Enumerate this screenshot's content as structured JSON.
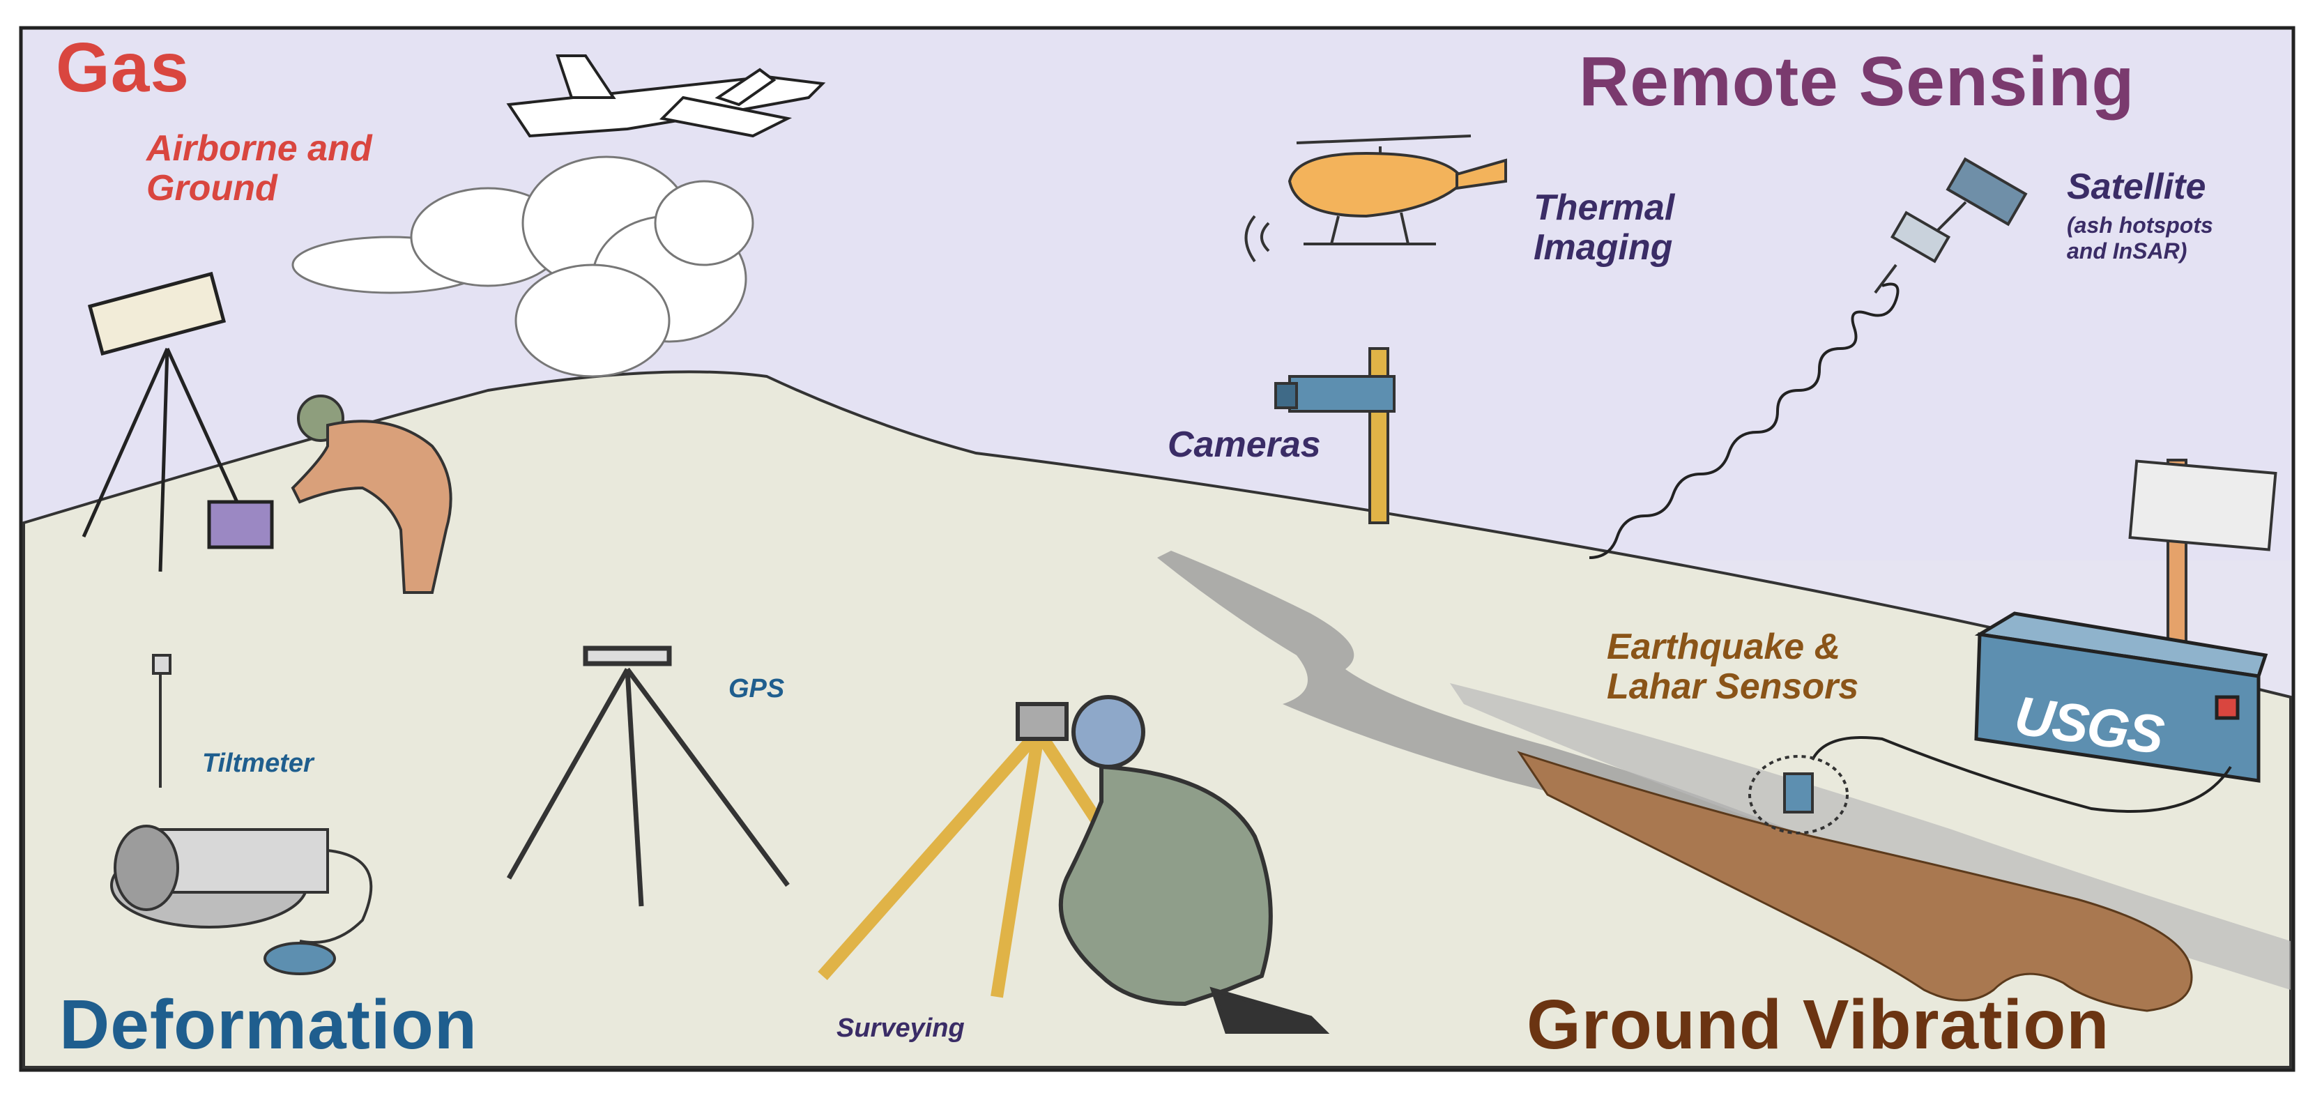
{
  "headings": {
    "gas": "Gas",
    "remote_sensing": "Remote Sensing",
    "deformation": "Deformation",
    "ground_vibration": "Ground Vibration"
  },
  "labels": {
    "airborne_and_ground": [
      "Airborne and",
      "Ground"
    ],
    "thermal_imaging": [
      "Thermal",
      "Imaging"
    ],
    "satellite": "Satellite",
    "satellite_note": [
      "(ash hotspots",
      "and InSAR)"
    ],
    "cameras": "Cameras",
    "earthquake_lahar": [
      "Earthquake &",
      "Lahar Sensors"
    ],
    "tiltmeter": "Tiltmeter",
    "gps": "GPS",
    "surveying": "Surveying",
    "usgs_logo": "USGS"
  },
  "colors": {
    "gas": "#d9463f",
    "remote_sensing": "#7a3a6e",
    "deformation": "#1f5e8e",
    "ground_vibration": "#6b3412",
    "sky": "#e4e2f2",
    "ground": "#e9e9dc",
    "lahar": "#a97850",
    "tripod_yellow": "#e0b347",
    "usgs_box": "#5d8fb0"
  }
}
